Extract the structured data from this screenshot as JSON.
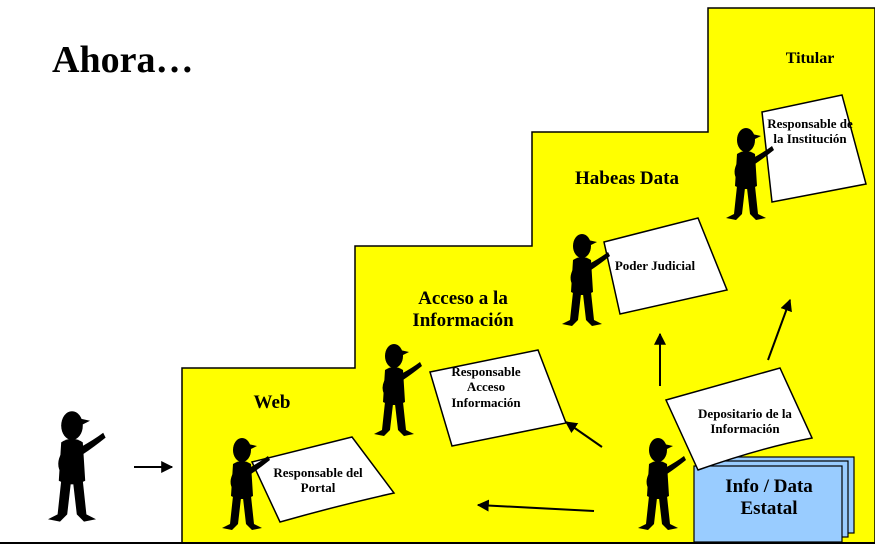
{
  "title": "Ahora…",
  "steps": {
    "web": "Web",
    "acceso": "Acceso a la Información",
    "habeas": "Habeas Data",
    "titular": "Titular"
  },
  "papers": {
    "portal": "Responsable del Portal",
    "acceso": "Responsable Acceso Información",
    "judicial": "Poder Judicial",
    "institucion": "Responsable de la Institución",
    "depositario": "Depositario de la Información"
  },
  "info_box": "Info / Data Estatal",
  "colors": {
    "stair_fill": "#ffff00",
    "paper_fill": "#ffffff",
    "info_fill": "#99ccff",
    "figure": "#000000"
  }
}
